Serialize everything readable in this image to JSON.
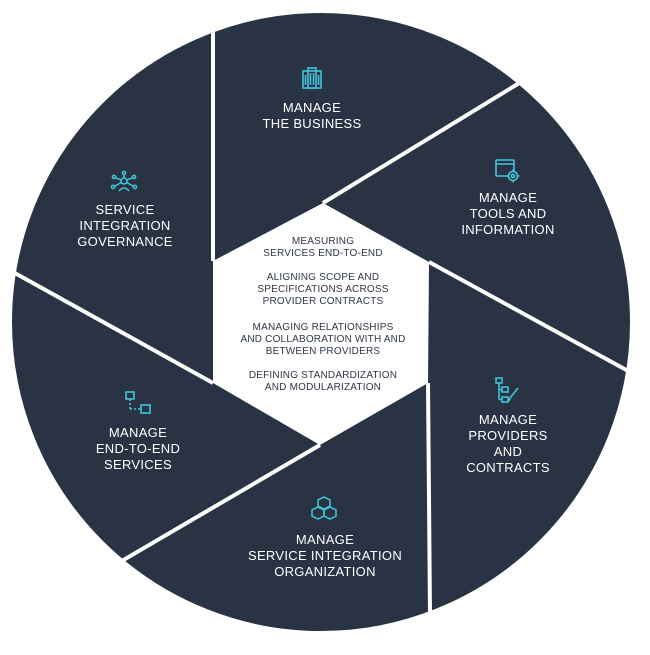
{
  "colors": {
    "segment": "#2a3344",
    "divider": "#ffffff",
    "accent": "#3fc6db",
    "center_text": "#2f3747"
  },
  "segments": [
    {
      "label": "MANAGE\nTHE BUSINESS",
      "icon": "building-icon"
    },
    {
      "label": "MANAGE\nTOOLS AND\nINFORMATION",
      "icon": "tools-settings-icon"
    },
    {
      "label": "MANAGE\nPROVIDERS\nAND\nCONTRACTS",
      "icon": "hierarchy-edit-icon"
    },
    {
      "label": "MANAGE\nSERVICE INTEGRATION\nORGANIZATION",
      "icon": "cubes-icon"
    },
    {
      "label": "MANAGE\nEND-TO-END\nSERVICES",
      "icon": "flow-icon"
    },
    {
      "label": "SERVICE\nINTEGRATION\nGOVERNANCE",
      "icon": "network-hub-icon"
    }
  ],
  "center": {
    "items": [
      "MEASURING\nSERVICES END-TO-END",
      "ALIGNING SCOPE AND\nSPECIFICATIONS ACROSS\nPROVIDER CONTRACTS",
      "MANAGING RELATIONSHIPS\nAND COLLABORATION WITH AND\nBETWEEN PROVIDERS",
      "DEFINING STANDARDIZATION\nAND MODULARIZATION"
    ]
  }
}
